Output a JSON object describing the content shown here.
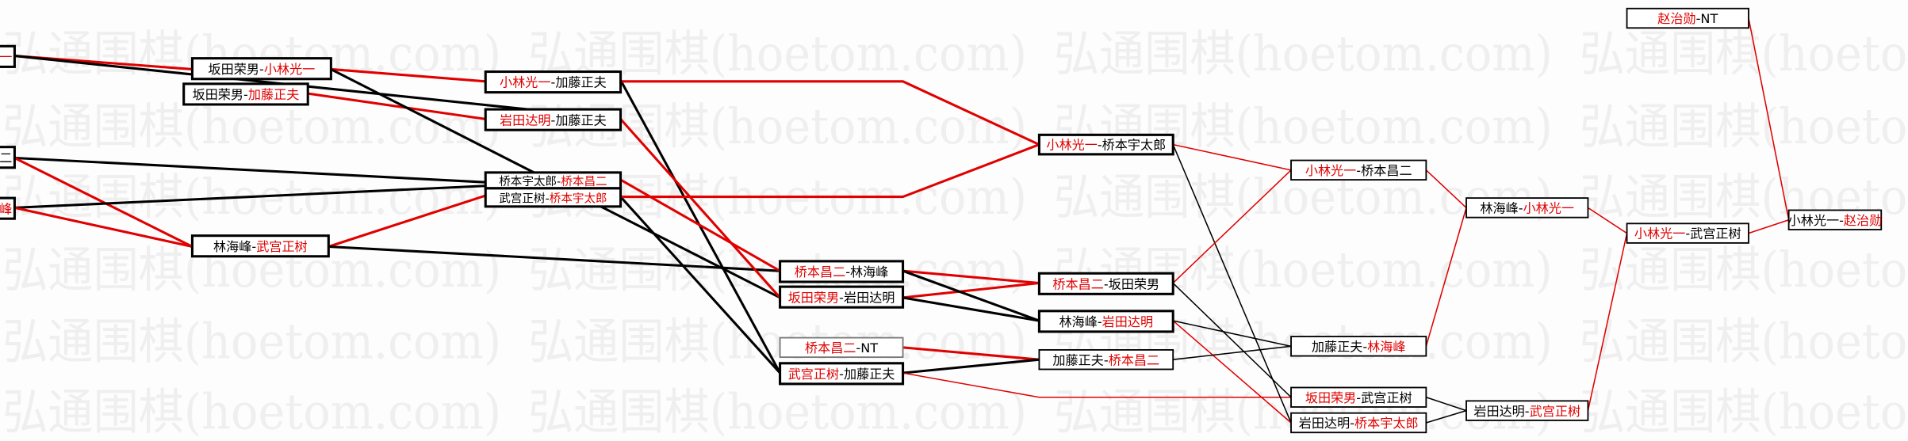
{
  "watermark": "弘通围棋(hoetom.com)",
  "colors": {
    "winner": "#e00000",
    "loser": "#000000",
    "line_win": "#e00000",
    "line_lose": "#000000"
  },
  "separator": "-",
  "partial_boxes": [
    {
      "text": "一",
      "winner": true
    },
    {
      "text": "二",
      "winner": false
    },
    {
      "text": "峰",
      "winner": true
    }
  ],
  "matches": [
    {
      "p1": "坂田荣男",
      "p2": "小林光一",
      "winner": 2
    },
    {
      "p1": "坂田荣男",
      "p2": "加藤正夫",
      "winner": 2
    },
    {
      "p1": "林海峰",
      "p2": "武宫正树",
      "winner": 2
    },
    {
      "p1": "小林光一",
      "p2": "加藤正夫",
      "winner": 1
    },
    {
      "p1": "岩田达明",
      "p2": "加藤正夫",
      "winner": 1
    },
    {
      "p1": "桥本宇太郎",
      "p2": "桥本昌二",
      "winner": 2
    },
    {
      "p1": "武宫正树",
      "p2": "桥本宇太郎",
      "winner": 2
    },
    {
      "p1": "桥本昌二",
      "p2": "林海峰",
      "winner": 1
    },
    {
      "p1": "坂田荣男",
      "p2": "岩田达明",
      "winner": 1
    },
    {
      "p1": "桥本昌二",
      "p2": "NT",
      "winner": 1
    },
    {
      "p1": "武宫正树",
      "p2": "加藤正夫",
      "winner": 1
    },
    {
      "p1": "小林光一",
      "p2": "桥本宇太郎",
      "winner": 1
    },
    {
      "p1": "桥本昌二",
      "p2": "坂田荣男",
      "winner": 1
    },
    {
      "p1": "林海峰",
      "p2": "岩田达明",
      "winner": 2
    },
    {
      "p1": "加藤正夫",
      "p2": "桥本昌二",
      "winner": 2
    },
    {
      "p1": "小林光一",
      "p2": "桥本昌二",
      "winner": 1
    },
    {
      "p1": "加藤正夫",
      "p2": "林海峰",
      "winner": 2
    },
    {
      "p1": "坂田荣男",
      "p2": "武宫正树",
      "winner": 1
    },
    {
      "p1": "岩田达明",
      "p2": "桥本宇太郎",
      "winner": 2
    },
    {
      "p1": "林海峰",
      "p2": "小林光一",
      "winner": 2
    },
    {
      "p1": "岩田达明",
      "p2": "武宫正树",
      "winner": 2
    },
    {
      "p1": "小林光一",
      "p2": "武宫正树",
      "winner": 1
    },
    {
      "p1": "小林光一",
      "p2": "赵治勋",
      "winner": 2
    },
    {
      "p1": "赵治勋",
      "p2": "NT",
      "winner": 1
    }
  ]
}
